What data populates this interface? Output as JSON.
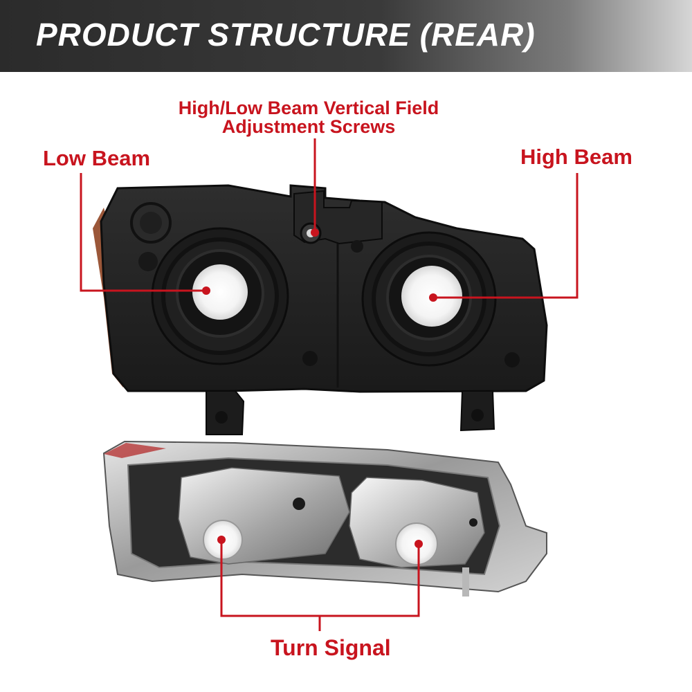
{
  "header": {
    "title": "PRODUCT STRUCTURE (REAR)"
  },
  "callouts": {
    "low_beam": "Low Beam",
    "high_beam": "High Beam",
    "adjustment_line1": "High/Low Beam Vertical Field",
    "adjustment_line2": "Adjustment Screws",
    "turn_signal": "Turn Signal"
  },
  "colors": {
    "accent": "#c8141e",
    "banner_dark": "#2b2b2b",
    "banner_text": "#ffffff"
  }
}
